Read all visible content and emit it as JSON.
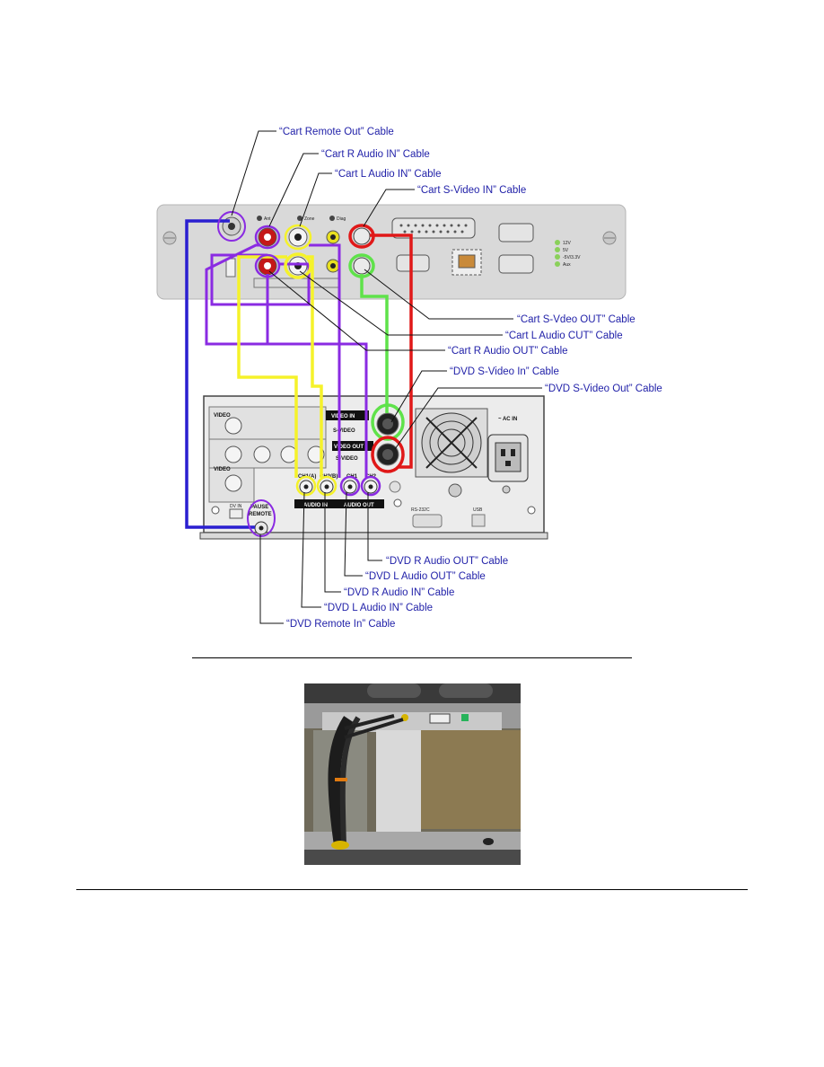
{
  "diagram": {
    "callouts": {
      "cart_remote_out": "“Cart Remote Out” Cable",
      "cart_r_audio_in": "“Cart R Audio IN” Cable",
      "cart_l_audio_in": "“Cart L  Audio IN” Cable",
      "cart_svideo_in": "“Cart S-Video IN” Cable",
      "cart_svideo_out": "“Cart S-Vdeo OUT” Cable",
      "cart_l_audio_out": "“Cart L Audio CUT” Cable",
      "cart_r_audio_out": "“Cart R Audio OUT” Cable",
      "dvd_svideo_in": "“DVD S-Video In” Cable",
      "dvd_svideo_out": "“DVD S-Video Out” Cable",
      "dvd_r_audio_out": "“DVD R Audio OUT” Cable",
      "dvd_l_audio_out": "“DVD L Audio OUT” Cable",
      "dvd_r_audio_in": "“DVD R Audio IN” Cable",
      "dvd_l_audio_in": "“DVD L Audio IN” Cable",
      "dvd_remote_in": "“DVD Remote In” Cable"
    },
    "cart_panel": {
      "label_ant": "Ant",
      "label_zone": "Zone",
      "label_diag": "Diag",
      "voltages": [
        "12V",
        "5V",
        "-5V/3.3V",
        "Aux"
      ]
    },
    "dvd_panel": {
      "video_in": "VIDEO IN",
      "video_out": "VIDEO OUT",
      "s_video_1": "S-VIDEO",
      "s_video_2": "S-VIDEO",
      "video_label_1": "VIDEO",
      "video_label_2": "VIDEO",
      "ac_in": "~ AC IN",
      "pause": "PAUSE",
      "remote": "REMOTE",
      "dv_in": "DV IN",
      "audio_in": "AUDIO IN",
      "audio_out": "AUDIO OUT",
      "ch1_a": "CH1(A)",
      "ch2_b": "CH2(B)",
      "ch1": "CH1",
      "ch2": "CH2",
      "rs232c": "RS-232C",
      "usb": "USB"
    }
  },
  "colors": {
    "purple": "#8a2be2",
    "blue": "#2a1fd0",
    "yellow": "#f5f22a",
    "green": "#5fe24a",
    "red": "#e01818",
    "callout_text": "#1f1fa8"
  }
}
